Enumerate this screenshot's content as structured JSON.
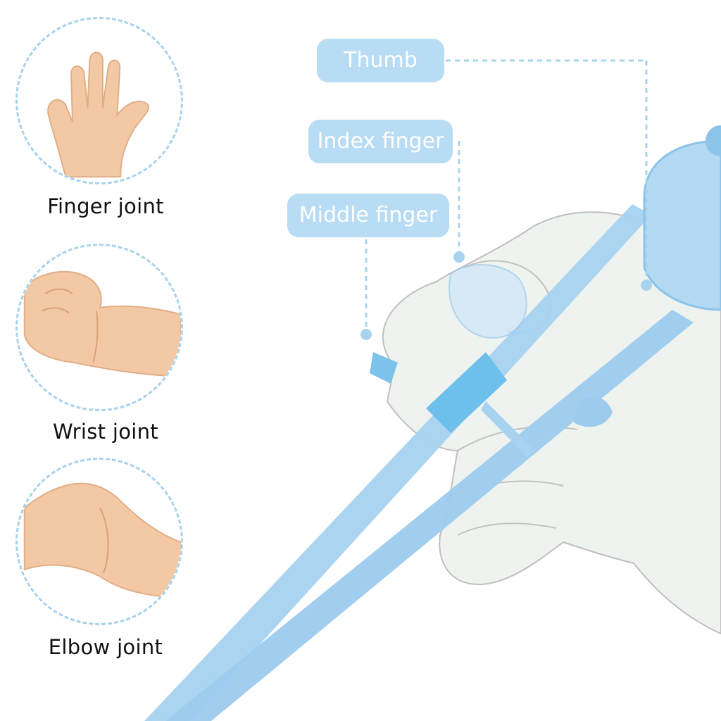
{
  "joints": [
    {
      "label": "Finger joint"
    },
    {
      "label": "Wrist joint"
    },
    {
      "label": "Elbow joint"
    }
  ],
  "callouts": {
    "thumb": "Thumb",
    "index_finger": "Index finger",
    "middle_finger": "Middle finger"
  },
  "colors": {
    "dash_circle": "#a9d3ec",
    "pill_bg": "#b8dcf3",
    "chopstick": "#a7d2f0",
    "connector": "#6ec0ec",
    "skin": "#f2c9a4"
  }
}
